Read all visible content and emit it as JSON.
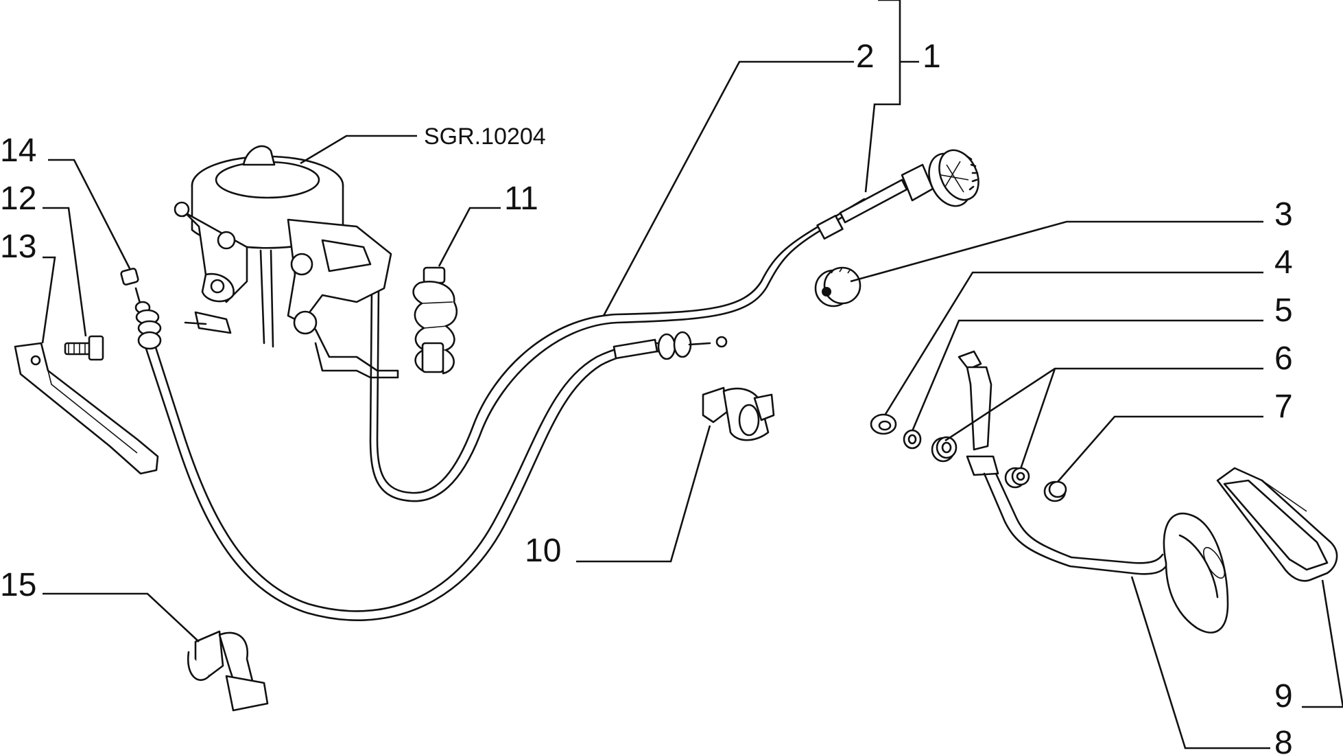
{
  "diagram": {
    "reference": "SGR.10204",
    "callouts": {
      "c1": "1",
      "c2": "2",
      "c3": "3",
      "c4": "4",
      "c5": "5",
      "c6": "6",
      "c7": "7",
      "c8": "8",
      "c9": "9",
      "c10": "10",
      "c11": "11",
      "c12": "12",
      "c13": "13",
      "c14": "14",
      "c15": "15"
    }
  }
}
